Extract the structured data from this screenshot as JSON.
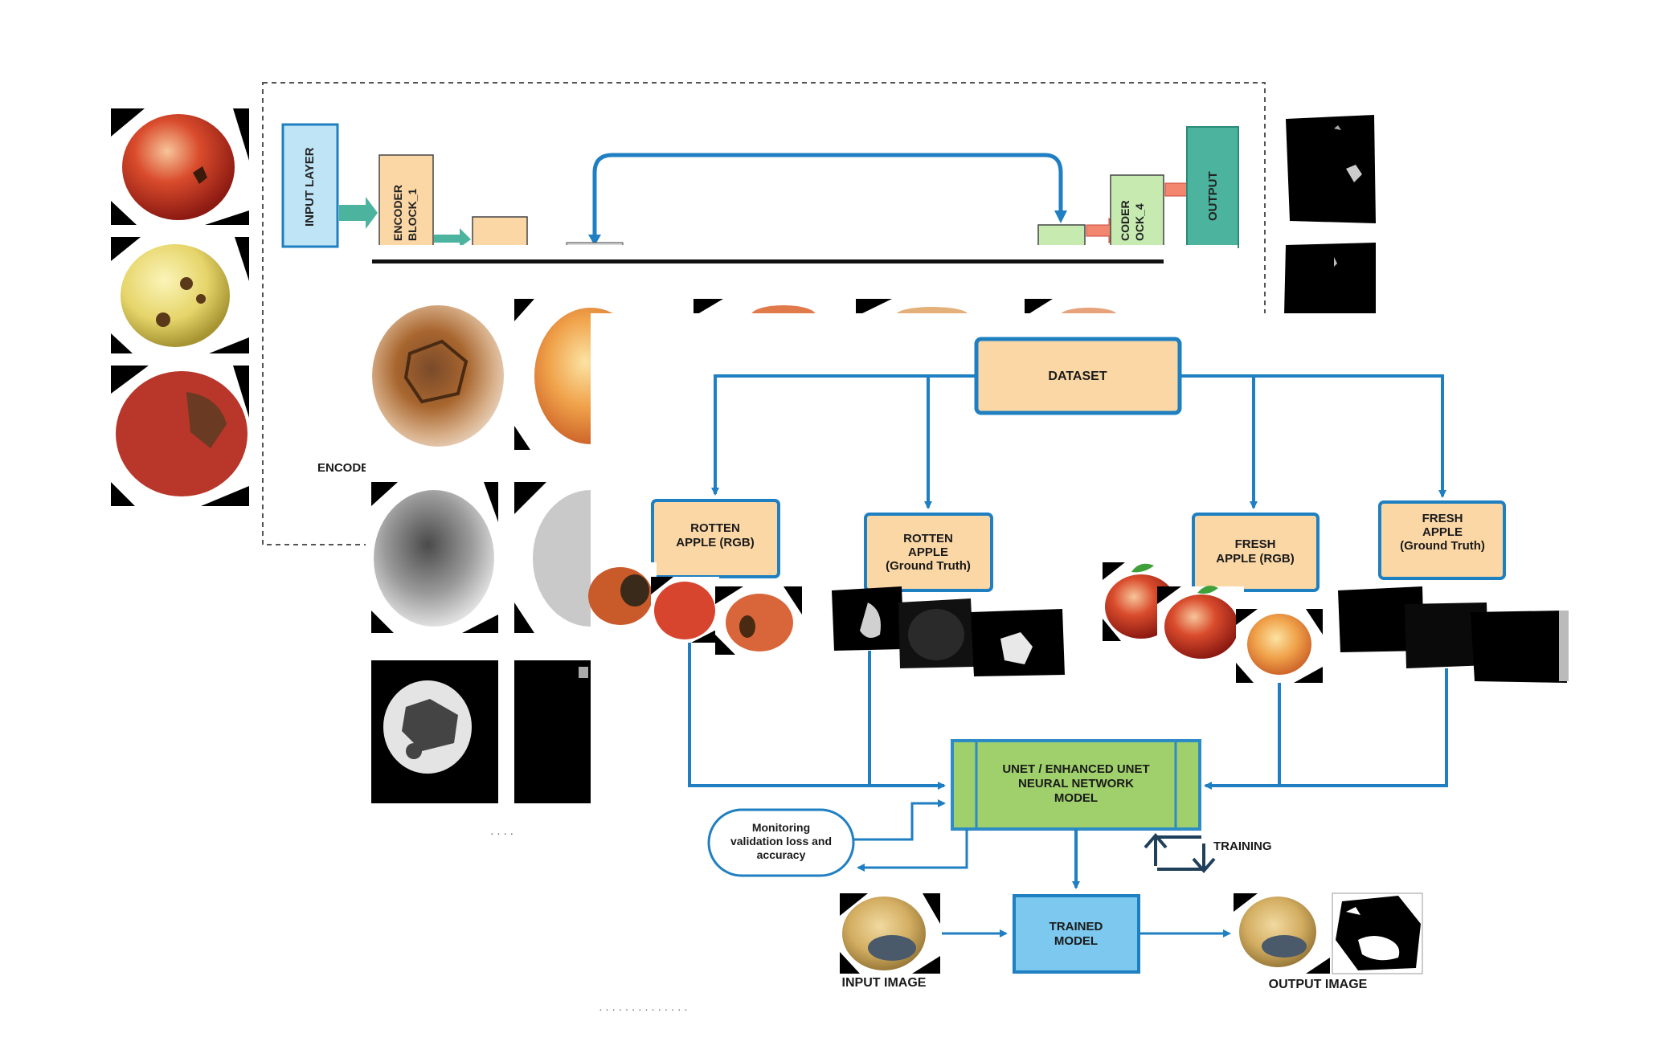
{
  "back_diagram": {
    "input_layer": "INPUT LAYER",
    "encoder_block_line1": "ENCODER",
    "encoder_block_line2": "BLOCK_1",
    "decoder_block_line1": "CODER",
    "decoder_block_line2": "OCK_4",
    "output": "OUTPUT",
    "encoder_section": "ENCODE"
  },
  "workflow": {
    "dataset": "DATASET",
    "rotten_rgb": [
      "ROTTEN",
      "APPLE (RGB)"
    ],
    "rotten_gt": [
      "ROTTEN",
      "APPLE",
      "(Ground Truth)"
    ],
    "fresh_rgb": [
      "FRESH",
      "APPLE (RGB)"
    ],
    "fresh_gt": [
      "FRESH",
      "APPLE",
      "(Ground Truth)"
    ],
    "model": [
      "UNET / ENHANCED UNET",
      "NEURAL NETWORK",
      "MODEL"
    ],
    "monitoring": [
      "Monitoring",
      "validation loss and",
      "accuracy"
    ],
    "training": "TRAINING",
    "trained_model": [
      "TRAINED",
      "MODEL"
    ],
    "input_image": "INPUT IMAGE",
    "output_image": "OUTPUT IMAGE"
  },
  "colors": {
    "box_orange": "#fbd7a6",
    "box_blue_border": "#1e7fc1",
    "box_green": "#9fd06b",
    "box_green_border": "#2d8bc6",
    "box_light_blue": "#7cc8ef",
    "arrow_blue": "#1f7fc2",
    "teal": "#4bb39e",
    "salmon": "#f2866f"
  }
}
